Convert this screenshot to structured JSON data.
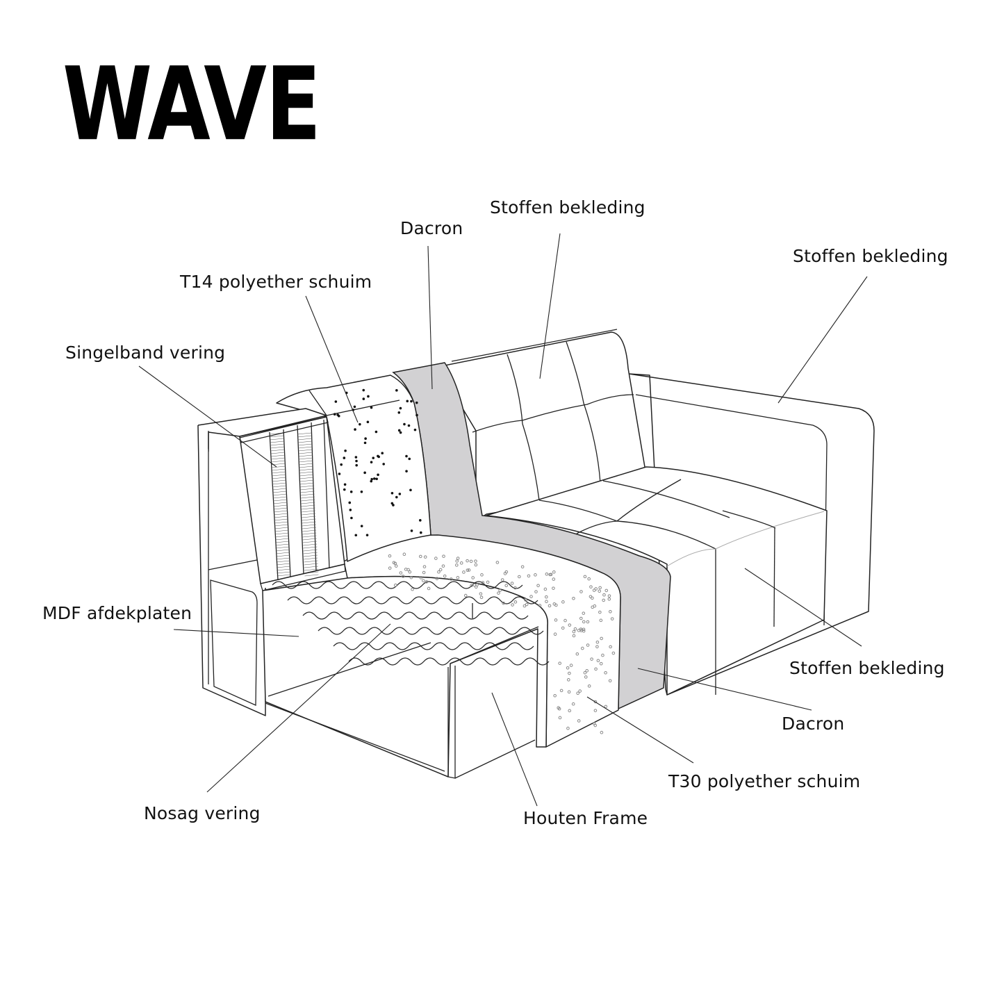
{
  "title": "WAVE",
  "product": "sofa cutaway diagram",
  "labels": {
    "stoffen_bekleding_back": "Stoffen  bekleding",
    "stoffen_bekleding_arm": "Stoffen  bekleding",
    "stoffen_bekleding_seat": "Stoffen  bekleding",
    "dacron_top": "Dacron",
    "dacron_bottom": "Dacron",
    "t14": "T14 polyether schuim",
    "t30": "T30 polyether schuim",
    "singelband": "Singelband vering",
    "mdf": "MDF afdekplaten",
    "nosag": "Nosag vering",
    "houten_frame": "Houten Frame"
  },
  "colors": {
    "dacron_fill": "#d2d1d3",
    "line": "#222222"
  }
}
